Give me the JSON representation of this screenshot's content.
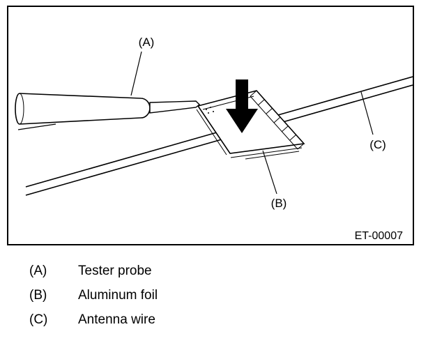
{
  "figure": {
    "code": "ET-00007",
    "callouts": {
      "a": "(A)",
      "b": "(B)",
      "c": "(C)"
    }
  },
  "legend": [
    {
      "key": "(A)",
      "label": "Tester probe"
    },
    {
      "key": "(B)",
      "label": "Aluminum foil"
    },
    {
      "key": "(C)",
      "label": "Antenna wire"
    }
  ]
}
